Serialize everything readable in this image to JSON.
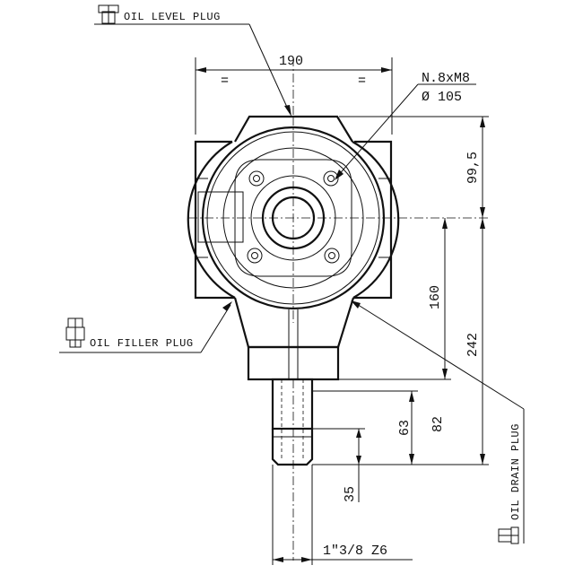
{
  "labels": {
    "oil_level_plug": "OIL LEVEL PLUG",
    "oil_filler_plug": "OIL FILLER PLUG",
    "oil_drain_plug": "OIL DRAIN PLUG"
  },
  "dimensions": {
    "width": "190",
    "equal_left": "=",
    "equal_right": "=",
    "bolt_spec": "N.8xM8",
    "bolt_circle": "Ø 105",
    "d_99_5": "99,5",
    "d_160": "160",
    "d_242": "242",
    "d_82": "82",
    "d_63": "63",
    "d_35": "35",
    "shaft_spec": "1\"3/8 Z6"
  }
}
